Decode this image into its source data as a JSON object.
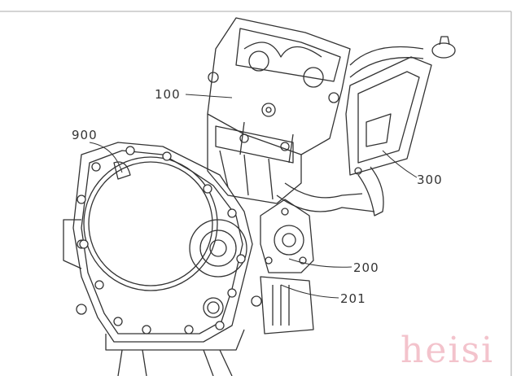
{
  "figure": {
    "labels": {
      "cylinder_head": "100",
      "clutch_cover": "900",
      "radiator": "300",
      "pump": "200",
      "pump_outlet": "201"
    },
    "watermark": "heisi",
    "colors": {
      "line": "#333333",
      "watermark": "#f2b9c4"
    }
  }
}
